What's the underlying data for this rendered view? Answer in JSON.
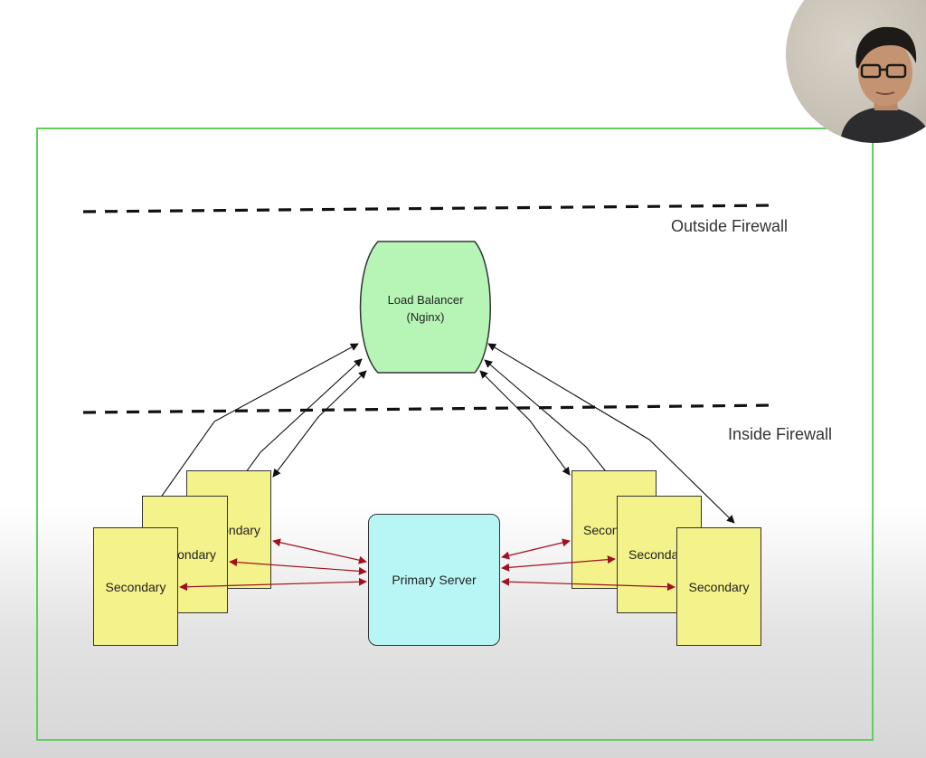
{
  "diagram": {
    "zones": {
      "outside_label": "Outside Firewall",
      "inside_label": "Inside Firewall"
    },
    "load_balancer": {
      "line1": "Load Balancer",
      "line2": "(Nginx)"
    },
    "primary": {
      "label": "Primary Server"
    },
    "secondaries": {
      "left_back": "Secondary",
      "left_middle": "Secondary",
      "left_front": "Secondary",
      "right_back": "Secondary",
      "right_middle": "Secondary",
      "right_front": "Secondary"
    },
    "colors": {
      "frame": "#5fcf5f",
      "load_balancer_fill": "#b6f5b6",
      "secondary_fill": "#f4f28a",
      "primary_fill": "#b8f6f6",
      "replication_arrow": "#a01020",
      "lb_arrow": "#111111"
    }
  },
  "presenter": {
    "webcam": "presenter-webcam-overlay"
  }
}
